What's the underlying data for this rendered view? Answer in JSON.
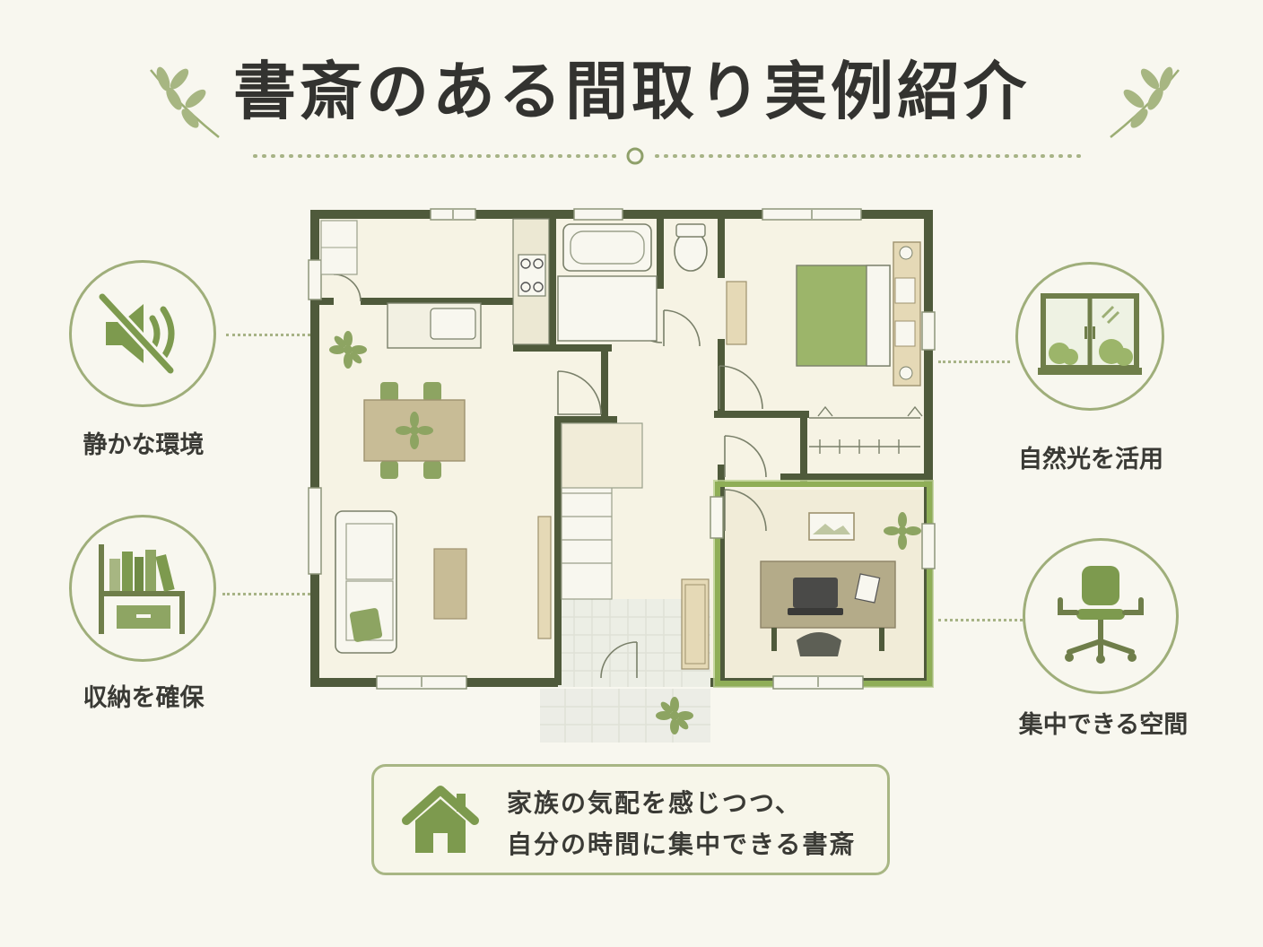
{
  "title": "書斎のある間取り実例紹介",
  "features": {
    "quiet": {
      "label": "静かな環境",
      "icon": "muted-speaker-icon"
    },
    "storage": {
      "label": "収納を確保",
      "icon": "bookshelf-icon"
    },
    "light": {
      "label": "自然光を活用",
      "icon": "window-icon"
    },
    "focus": {
      "label": "集中できる空間",
      "icon": "office-chair-icon"
    }
  },
  "bottom": {
    "icon": "house-icon",
    "line1": "家族の気配を感じつつ、",
    "line2": "自分の時間に集中できる書斎"
  },
  "colors": {
    "accent": "#7d9a4e",
    "wall": "#4f5a3b",
    "study_highlight": "#8fae57",
    "background": "#f8f7ef"
  }
}
